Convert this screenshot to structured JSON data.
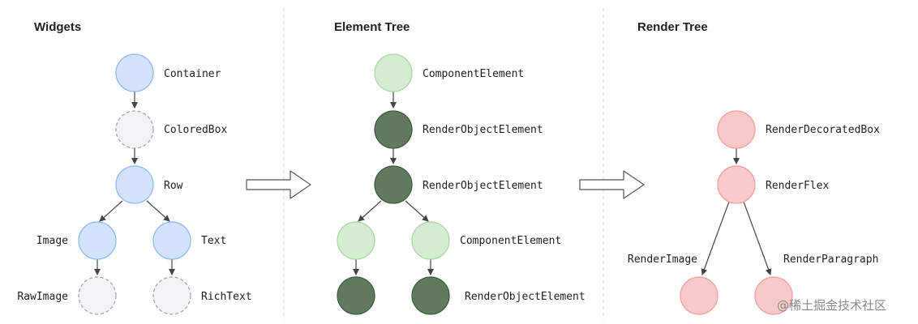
{
  "titles": {
    "widgets": "Widgets",
    "element_tree": "Element Tree",
    "render_tree": "Render Tree"
  },
  "widgets": {
    "container": "Container",
    "colored_box": "ColoredBox",
    "row": "Row",
    "image": "Image",
    "text": "Text",
    "raw_image": "RawImage",
    "rich_text": "RichText"
  },
  "element_tree": {
    "component_element_1": "ComponentElement",
    "render_object_element_1": "RenderObjectElement",
    "render_object_element_2": "RenderObjectElement",
    "component_element_2": "ComponentElement",
    "render_object_element_3": "RenderObjectElement"
  },
  "render_tree": {
    "render_decorated_box": "RenderDecoratedBox",
    "render_flex": "RenderFlex",
    "render_image": "RenderImage",
    "render_paragraph": "RenderParagraph"
  },
  "watermark": "@稀土掘金技术社区",
  "colors": {
    "widget_fill": "#d2e3fc",
    "widget_stroke": "#8ab4f8",
    "ghost_fill": "#f1f3f4",
    "ghost_stroke": "#9aa0a6",
    "component_fill": "#d4ecd2",
    "component_stroke": "#a8d5a0",
    "render_object_fill": "#5f7a5e",
    "render_object_stroke": "#3c5a3c",
    "render_fill": "#f8c9c9",
    "render_stroke": "#ee9d9d",
    "divider": "#d0d0d0",
    "edge": "#444444"
  }
}
